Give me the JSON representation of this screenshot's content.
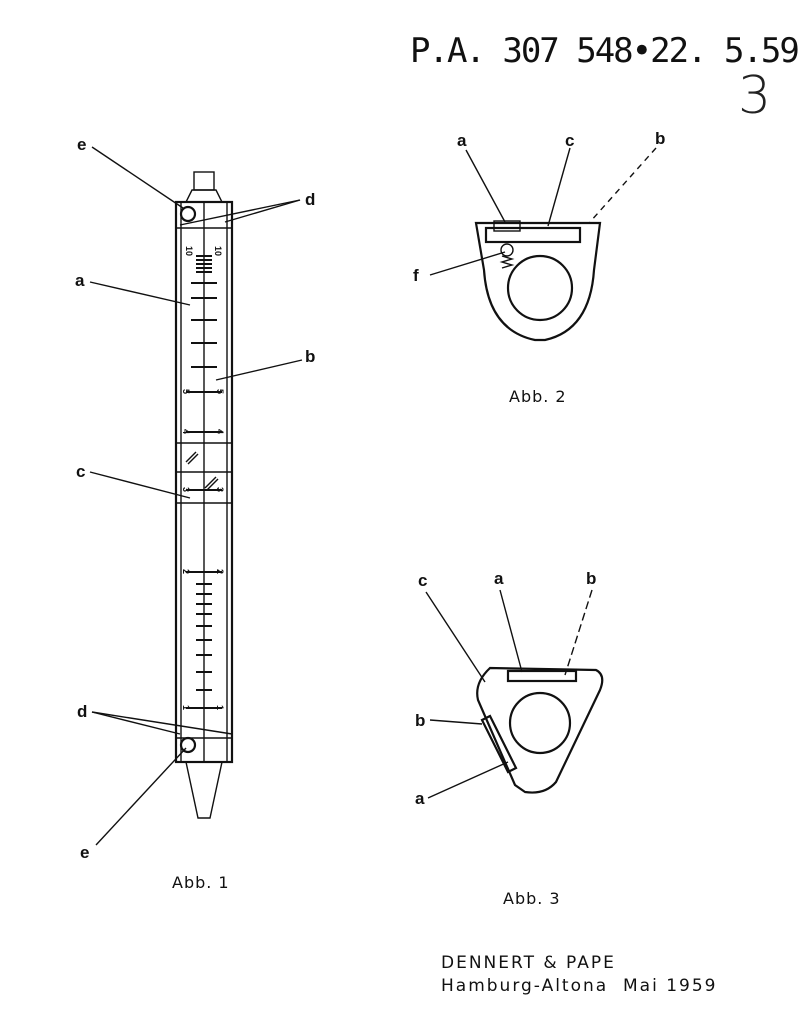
{
  "header": {
    "stamp": "P.A. 307 548•22. 5.59",
    "sheet_number": "3"
  },
  "figure1": {
    "caption": "Abb. 1",
    "labels": {
      "e_top": "e",
      "d_top": "d",
      "a": "a",
      "b": "b",
      "c": "c",
      "d_bottom": "d",
      "e_bottom": "e"
    },
    "scale_numbers": [
      "10",
      "5",
      "4",
      "3",
      "2",
      "1"
    ]
  },
  "figure2": {
    "caption": "Abb. 2",
    "labels": {
      "a": "a",
      "c": "c",
      "b": "b",
      "f": "f"
    }
  },
  "figure3": {
    "caption": "Abb. 3",
    "labels": {
      "c": "c",
      "a_top": "a",
      "b_top": "b",
      "b_left": "b",
      "a_bottom": "a"
    }
  },
  "footer": {
    "company": "DENNERT & PAPE",
    "place_date": "Hamburg-Altona  Mai 1959"
  }
}
